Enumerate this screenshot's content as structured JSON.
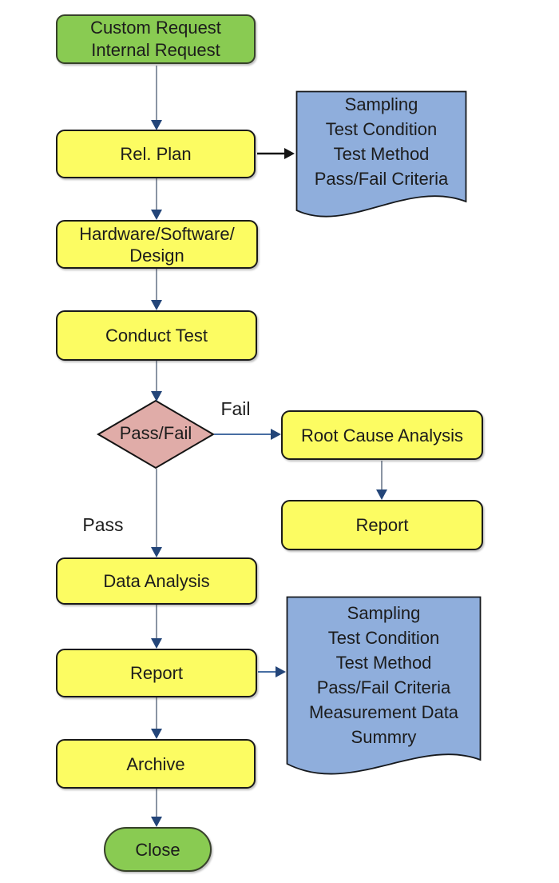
{
  "colors": {
    "process_fill": "#FCFC62",
    "terminator_fill": "#89CB52",
    "decision_fill": "#E0ACA8",
    "document_fill": "#8FAEDC",
    "connector_gray": "#8A94A3",
    "connector_blue": "#476EA3",
    "arrowhead_navy": "#234579",
    "connector_black": "#141414"
  },
  "nodes": {
    "start": {
      "lines": [
        "Custom Request",
        "Internal Request"
      ]
    },
    "rel_plan": {
      "label": "Rel. Plan"
    },
    "hardware": {
      "lines": [
        "Hardware/Software/",
        "Design"
      ]
    },
    "conduct_test": {
      "label": "Conduct Test"
    },
    "decision": {
      "label": "Pass/Fail"
    },
    "root_cause": {
      "label": "Root Cause Analysis"
    },
    "report_fail": {
      "label": "Report"
    },
    "data_analysis": {
      "label": "Data Analysis"
    },
    "report_pass": {
      "label": "Report"
    },
    "archive": {
      "label": "Archive"
    },
    "close": {
      "label": "Close"
    }
  },
  "edge_labels": {
    "fail": "Fail",
    "pass": "Pass"
  },
  "documents": {
    "plan_doc": {
      "lines": [
        "Sampling",
        "Test Condition",
        "Test Method",
        "Pass/Fail Criteria"
      ]
    },
    "final_doc": {
      "lines": [
        "Sampling",
        "Test Condition",
        "Test Method",
        "Pass/Fail Criteria",
        "Measurement Data",
        "Summry"
      ]
    }
  }
}
